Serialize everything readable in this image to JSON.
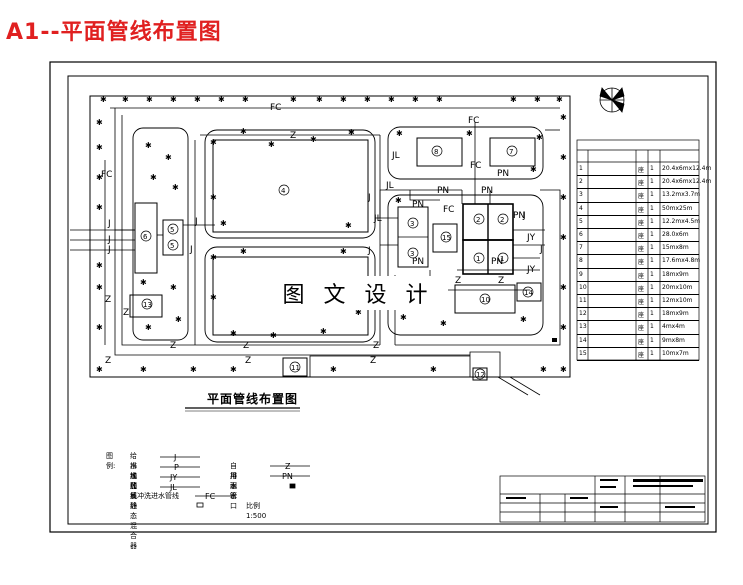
{
  "page_title": "A1--平面管线布置图",
  "drawing_caption": "平面管线布置图",
  "watermark": "图 文 设 计",
  "pipe_labels": {
    "fc": "FC",
    "j": "J",
    "z": "Z",
    "pn": "PN",
    "jy": "JY",
    "jl": "JL"
  },
  "units": [
    "1",
    "2",
    "3",
    "4",
    "5",
    "6",
    "7",
    "8",
    "9",
    "10",
    "11",
    "12",
    "13",
    "14",
    "15"
  ],
  "table_rows": [
    {
      "no": "1",
      "unit": "座",
      "qty": "1",
      "spec": "20.4x6mx12.4m"
    },
    {
      "no": "2",
      "unit": "座",
      "qty": "1",
      "spec": "20.4x6mx12.4m"
    },
    {
      "no": "3",
      "unit": "座",
      "qty": "1",
      "spec": "13.2mx3.7m"
    },
    {
      "no": "4",
      "unit": "座",
      "qty": "1",
      "spec": "50mx25m"
    },
    {
      "no": "5",
      "unit": "座",
      "qty": "1",
      "spec": "12.2mx4.5m"
    },
    {
      "no": "6",
      "unit": "座",
      "qty": "1",
      "spec": "28.0x6m"
    },
    {
      "no": "7",
      "unit": "座",
      "qty": "1",
      "spec": "15mx8m"
    },
    {
      "no": "8",
      "unit": "座",
      "qty": "1",
      "spec": "17.6mx4.8m"
    },
    {
      "no": "9",
      "unit": "座",
      "qty": "1",
      "spec": "18mx9m"
    },
    {
      "no": "10",
      "unit": "座",
      "qty": "1",
      "spec": "20mx10m"
    },
    {
      "no": "11",
      "unit": "座",
      "qty": "1",
      "spec": "12mx10m"
    },
    {
      "no": "12",
      "unit": "座",
      "qty": "1",
      "spec": "18mx9m"
    },
    {
      "no": "13",
      "unit": "座",
      "qty": "1",
      "spec": "4mx4m"
    },
    {
      "no": "14",
      "unit": "座",
      "qty": "1",
      "spec": "9mx8m"
    },
    {
      "no": "15",
      "unit": "座",
      "qty": "1",
      "spec": "10mx7m"
    }
  ],
  "legend": {
    "heading": "图例:",
    "items_left": [
      {
        "label": "给水线",
        "sym": "J"
      },
      {
        "label": "排水线",
        "sym": "P"
      },
      {
        "label": "加药线",
        "sym": "JY"
      },
      {
        "label": "加氯线",
        "sym": "JL"
      },
      {
        "label": "反冲洗进水管线",
        "sym": "FC"
      },
      {
        "label": "静态混合器",
        "sym": ""
      }
    ],
    "items_right": [
      {
        "label": "自用水管",
        "sym": "Z"
      },
      {
        "label": "排泥管",
        "sym": "PN"
      },
      {
        "label": "雨水口",
        "sym": ""
      }
    ],
    "scale": "比例1:500"
  },
  "colors": {
    "title": "#e02020",
    "line": "#000000"
  }
}
